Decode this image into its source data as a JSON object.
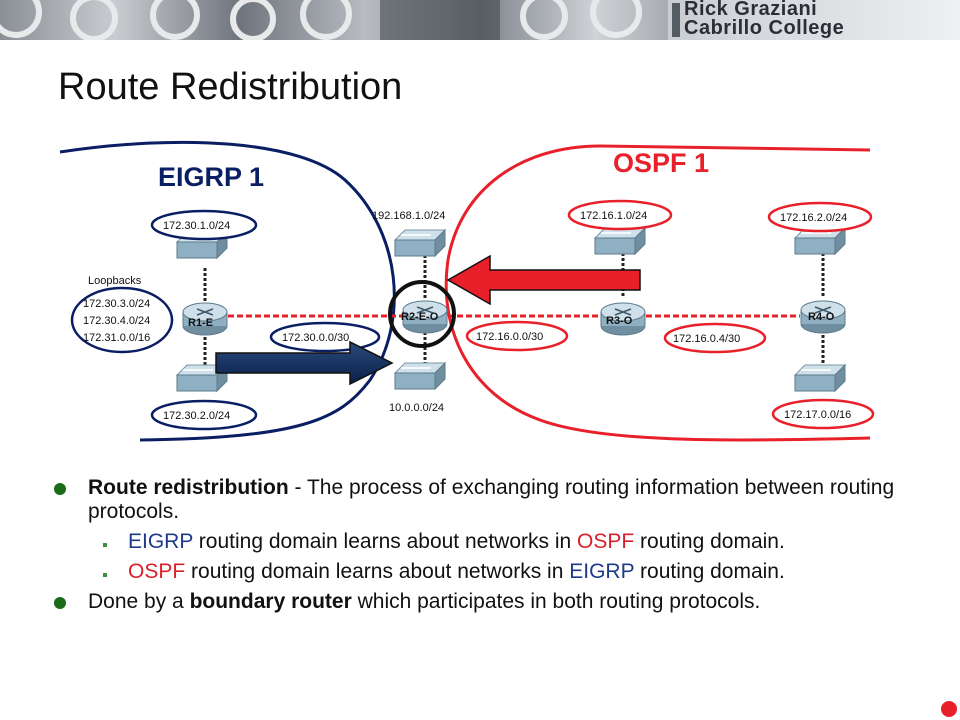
{
  "header": {
    "author": "Rick Graziani",
    "institution": "Cabrillo College"
  },
  "slide": {
    "title": "Route Redistribution"
  },
  "diagram": {
    "eigrp_domain": "EIGRP 1",
    "ospf_domain": "OSPF 1",
    "loopbacks_label": "Loopbacks",
    "routers": {
      "r1": "R1-E",
      "r2": "R2-E-O",
      "r3": "R3-O",
      "r4": "R4-O"
    },
    "networks": {
      "n172_30_1": "172.30.1.0/24",
      "n172_30_2": "172.30.2.0/24",
      "lb1": "172.30.3.0/24",
      "lb2": "172.30.4.0/24",
      "lb3": "172.31.0.0/16",
      "n172_30_0": "172.30.0.0/30",
      "n192_168_1": "192.168.1.0/24",
      "n10_0_0": "10.0.0.0/24",
      "n172_16_0": "172.16.0.0/30",
      "n172_16_1": "172.16.1.0/24",
      "n172_16_0_4": "172.16.0.4/30",
      "n172_16_2": "172.16.2.0/24",
      "n172_17_0": "172.17.0.0/16"
    },
    "colors": {
      "eigrp": "#0a1f63",
      "ospf": "#e8202a"
    }
  },
  "bullets": {
    "b1_bold": "Route redistribution",
    "b1_rest": " - The process of exchanging routing information between routing protocols.",
    "s1_a": "EIGRP",
    "s1_b": " routing domain learns about networks in ",
    "s1_c": "OSPF",
    "s1_d": " routing domain.",
    "s2_a": "OSPF",
    "s2_b": " routing domain learns about networks in ",
    "s2_c": "EIGRP",
    "s2_d": " routing domain.",
    "b2_a": "Done by a ",
    "b2_bold": "boundary router",
    "b2_rest": " which participates in both routing protocols."
  }
}
